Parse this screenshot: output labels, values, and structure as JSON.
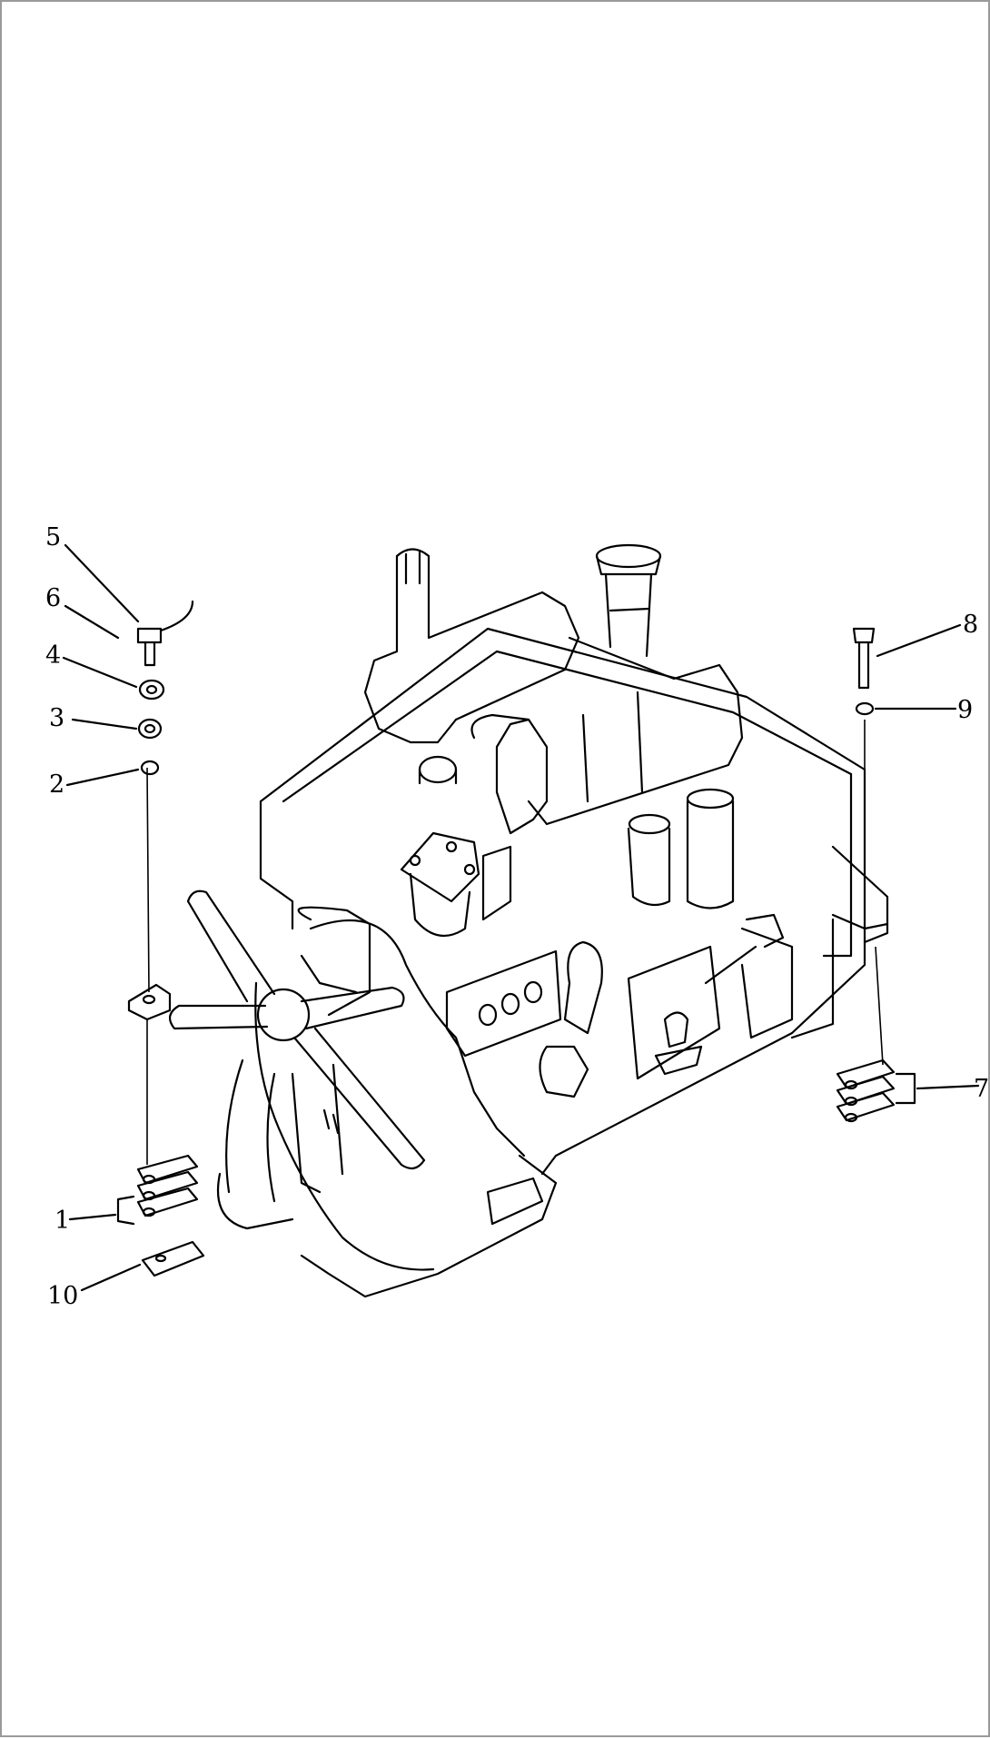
{
  "callouts": [
    {
      "id": "c5",
      "label": "5"
    },
    {
      "id": "c6",
      "label": "6"
    },
    {
      "id": "c4",
      "label": "4"
    },
    {
      "id": "c3",
      "label": "3"
    },
    {
      "id": "c2",
      "label": "2"
    },
    {
      "id": "c8",
      "label": "8"
    },
    {
      "id": "c9",
      "label": "9"
    },
    {
      "id": "c7",
      "label": "7"
    },
    {
      "id": "c1",
      "label": "1"
    },
    {
      "id": "c10",
      "label": "10"
    }
  ],
  "colors": {
    "line": "#000000",
    "background": "#ffffff",
    "frame": "#9a9a9a"
  }
}
